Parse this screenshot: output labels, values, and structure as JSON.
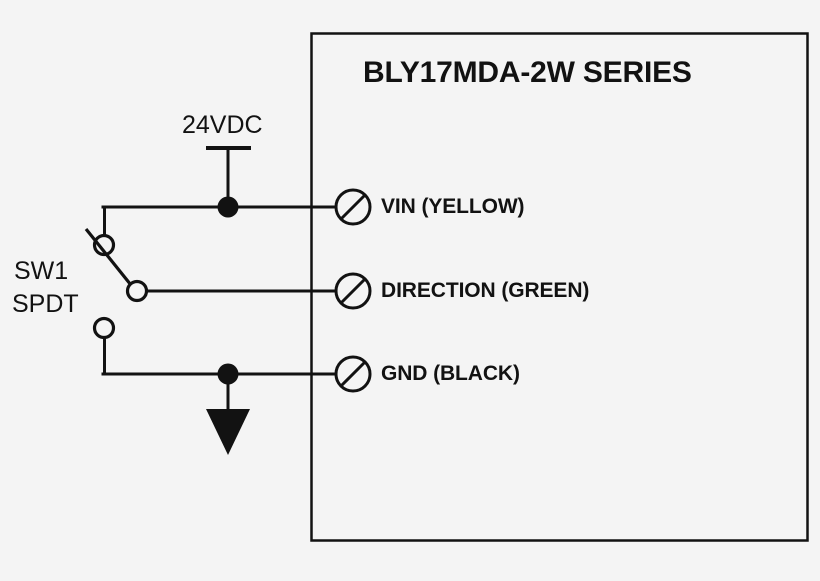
{
  "diagram": {
    "title": "BLY17MDA-2W SERIES",
    "background_color": "#f4f4f4",
    "line_color": "#121212"
  },
  "power": {
    "label": "24VDC"
  },
  "switch": {
    "designator": "SW1",
    "type": "SPDT"
  },
  "terminals": [
    {
      "label": "VIN (YELLOW)"
    },
    {
      "label": "DIRECTION (GREEN)"
    },
    {
      "label": "GND (BLACK)"
    }
  ]
}
